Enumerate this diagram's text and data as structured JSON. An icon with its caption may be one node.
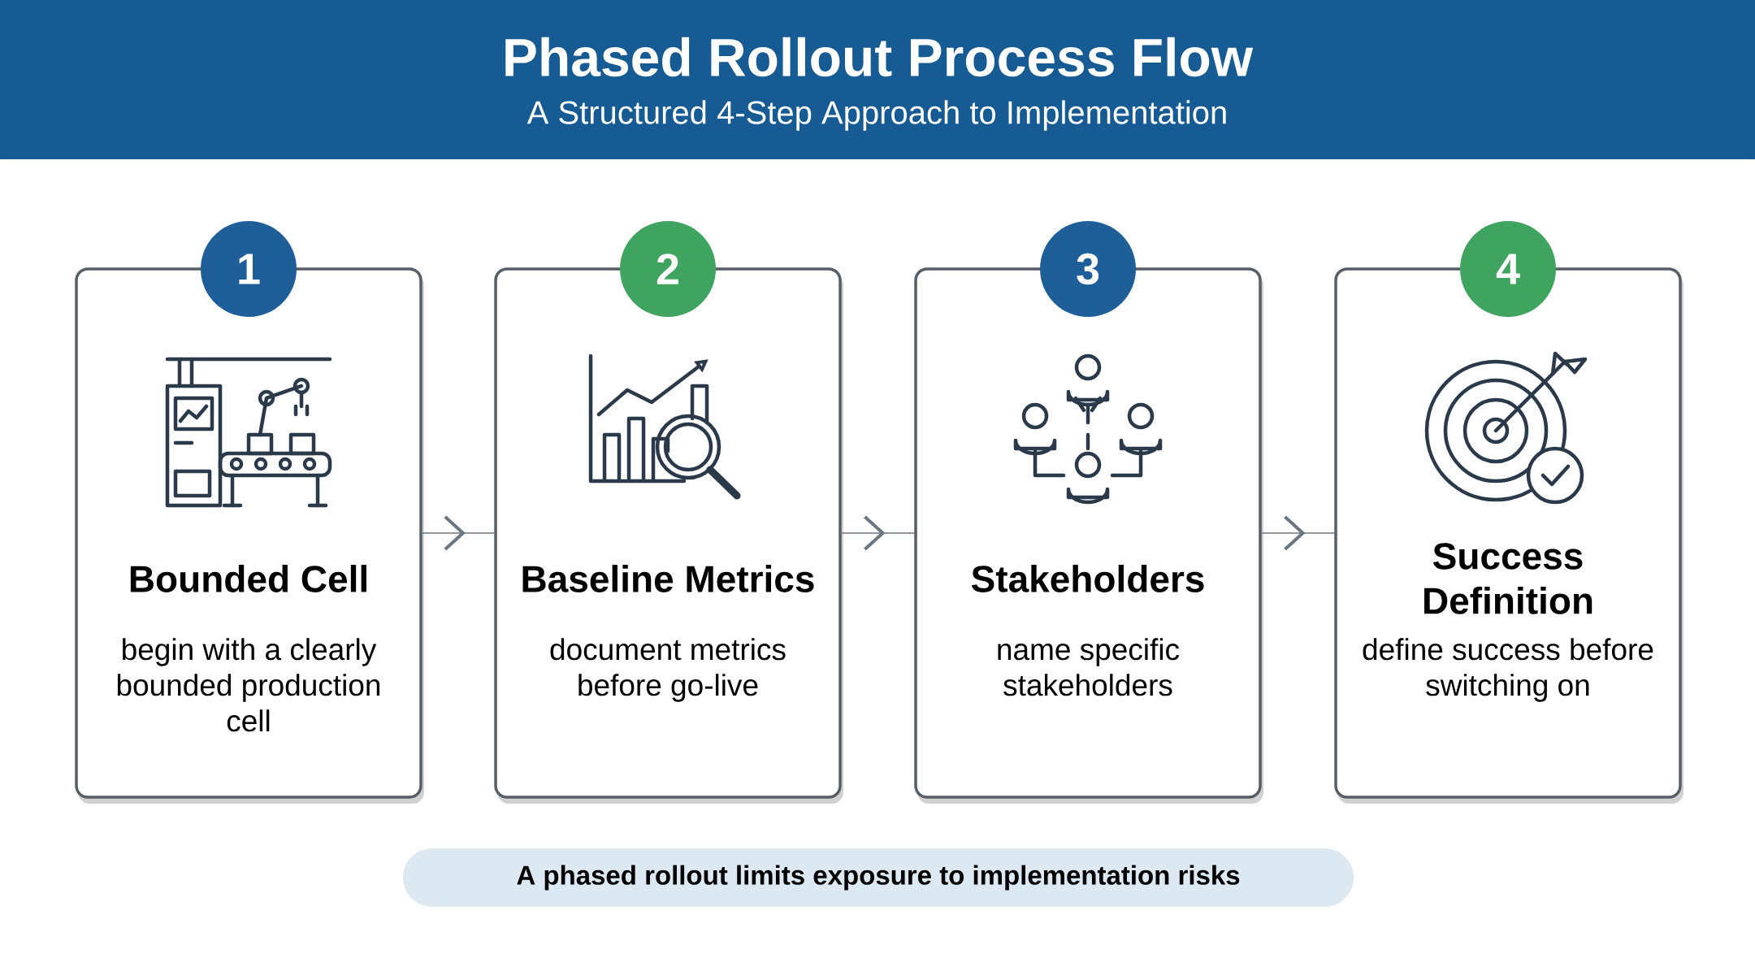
{
  "diagram": {
    "title": "Phased Rollout Process Flow",
    "nodes": [
      {
        "text": [
          "1"
        ]
      },
      {
        "text": [
          "Bounded Cell",
          "begin with a clearly bounded production cell"
        ]
      },
      {
        "text": [
          "2"
        ]
      },
      {
        "text": [
          "Baseline Metrics",
          "document metrics before go-live"
        ]
      },
      {
        "text": [
          "3"
        ]
      },
      {
        "text": [
          "Stakeholders",
          "name specific stakeholders"
        ]
      },
      {
        "text": [
          "4"
        ]
      },
      {
        "text": [
          "Success Definition",
          "define success before switching on"
        ]
      },
      {
        "text": [
          "A phased rollout limits exposure to implementation risks"
        ]
      }
    ],
    "edges": [
      {
        "from": 1,
        "to": 3,
        "arrow": "to"
      },
      {
        "from": 3,
        "to": 5,
        "arrow": "to"
      },
      {
        "from": 5,
        "to": 7,
        "arrow": "to"
      }
    ],
    "labels": [
      "A Structured 4-Step Approach to Implementation"
    ]
  }
}
